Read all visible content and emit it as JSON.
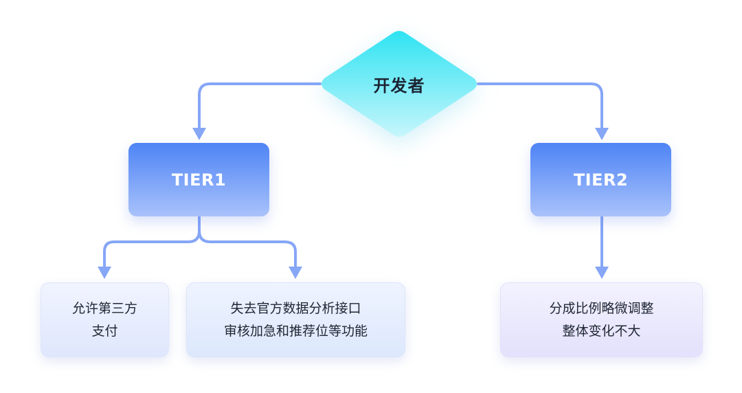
{
  "root": {
    "label": "开发者"
  },
  "tiers": [
    {
      "label": "TIER1"
    },
    {
      "label": "TIER2"
    }
  ],
  "tier1_children": [
    {
      "lines": [
        "允许第三方",
        "支付"
      ]
    },
    {
      "lines": [
        "失去官方数据分析接口",
        "审核加急和推荐位等功能"
      ]
    }
  ],
  "tier2_children": [
    {
      "lines": [
        "分成比例略微调整",
        "整体变化不大"
      ]
    }
  ],
  "colors": {
    "connector": "#86a6f6",
    "tier_top": "#4e84f5",
    "tier_bottom": "#a9c2fb",
    "root_top": "#2fe3f2",
    "root_bottom": "#c7f6fc"
  }
}
